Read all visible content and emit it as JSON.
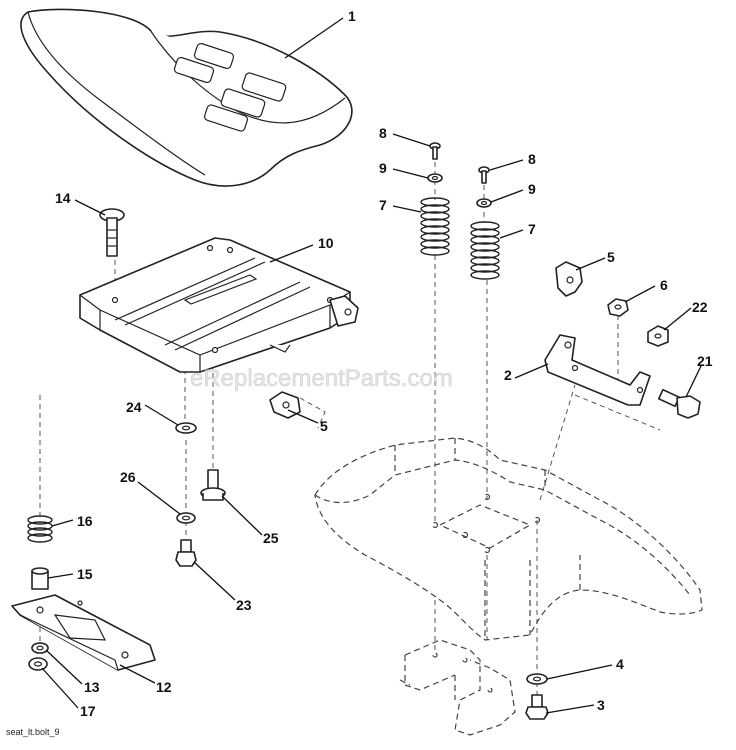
{
  "diagram": {
    "watermark": "eReplacementParts.com",
    "footer_code": "seat_lt.bolt_9",
    "callouts": {
      "seat": "1",
      "bracket": "2",
      "bolt_3": "3",
      "washer_4": "4",
      "knob_5a": "5",
      "knob_5b": "5",
      "nut_6": "6",
      "spring_7a": "7",
      "spring_7b": "7",
      "pin_8a": "8",
      "pin_8b": "8",
      "washer_9a": "9",
      "washer_9b": "9",
      "seat_pan": "10",
      "slide_plate": "12",
      "nut_13": "13",
      "carriage_bolt": "14",
      "bushing": "15",
      "spring_16": "16",
      "washer_17": "17",
      "bolt_21": "21",
      "nut_22": "22",
      "screw_23": "23",
      "washer_24": "24",
      "bolt_25": "25",
      "washer_26": "26"
    }
  }
}
